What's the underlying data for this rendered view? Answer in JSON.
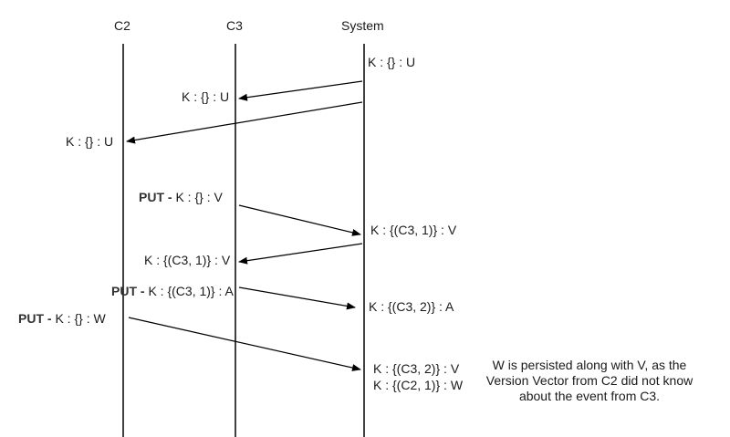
{
  "lanes": {
    "c2": "C2",
    "c3": "C3",
    "system": "System"
  },
  "labels": {
    "sys_initial": "K : {} : U",
    "c3_receive_initial": "K : {} : U",
    "c2_receive_initial": "K : {} : U",
    "put_c3_v_keyword": "PUT -",
    "put_c3_v_value": "K : {} : V",
    "sys_after_v": "K : {(C3, 1)} : V",
    "c3_receive_v": "K : {(C3, 1)} : V",
    "put_c3_a_keyword": "PUT -",
    "put_c3_a_value": "K : {(C3, 1)} : A",
    "sys_after_a": "K : {(C3, 2)} : A",
    "put_c2_w_keyword": "PUT -",
    "put_c2_w_value": "K : {} : W",
    "sys_final_v": "K : {(C3, 2)} : V",
    "sys_final_w": "K : {(C2, 1)} : W"
  },
  "note": {
    "line1": "W is persisted along with V, as the",
    "line2": "Version Vector from C2 did not know",
    "line3": "about the event from C3."
  }
}
